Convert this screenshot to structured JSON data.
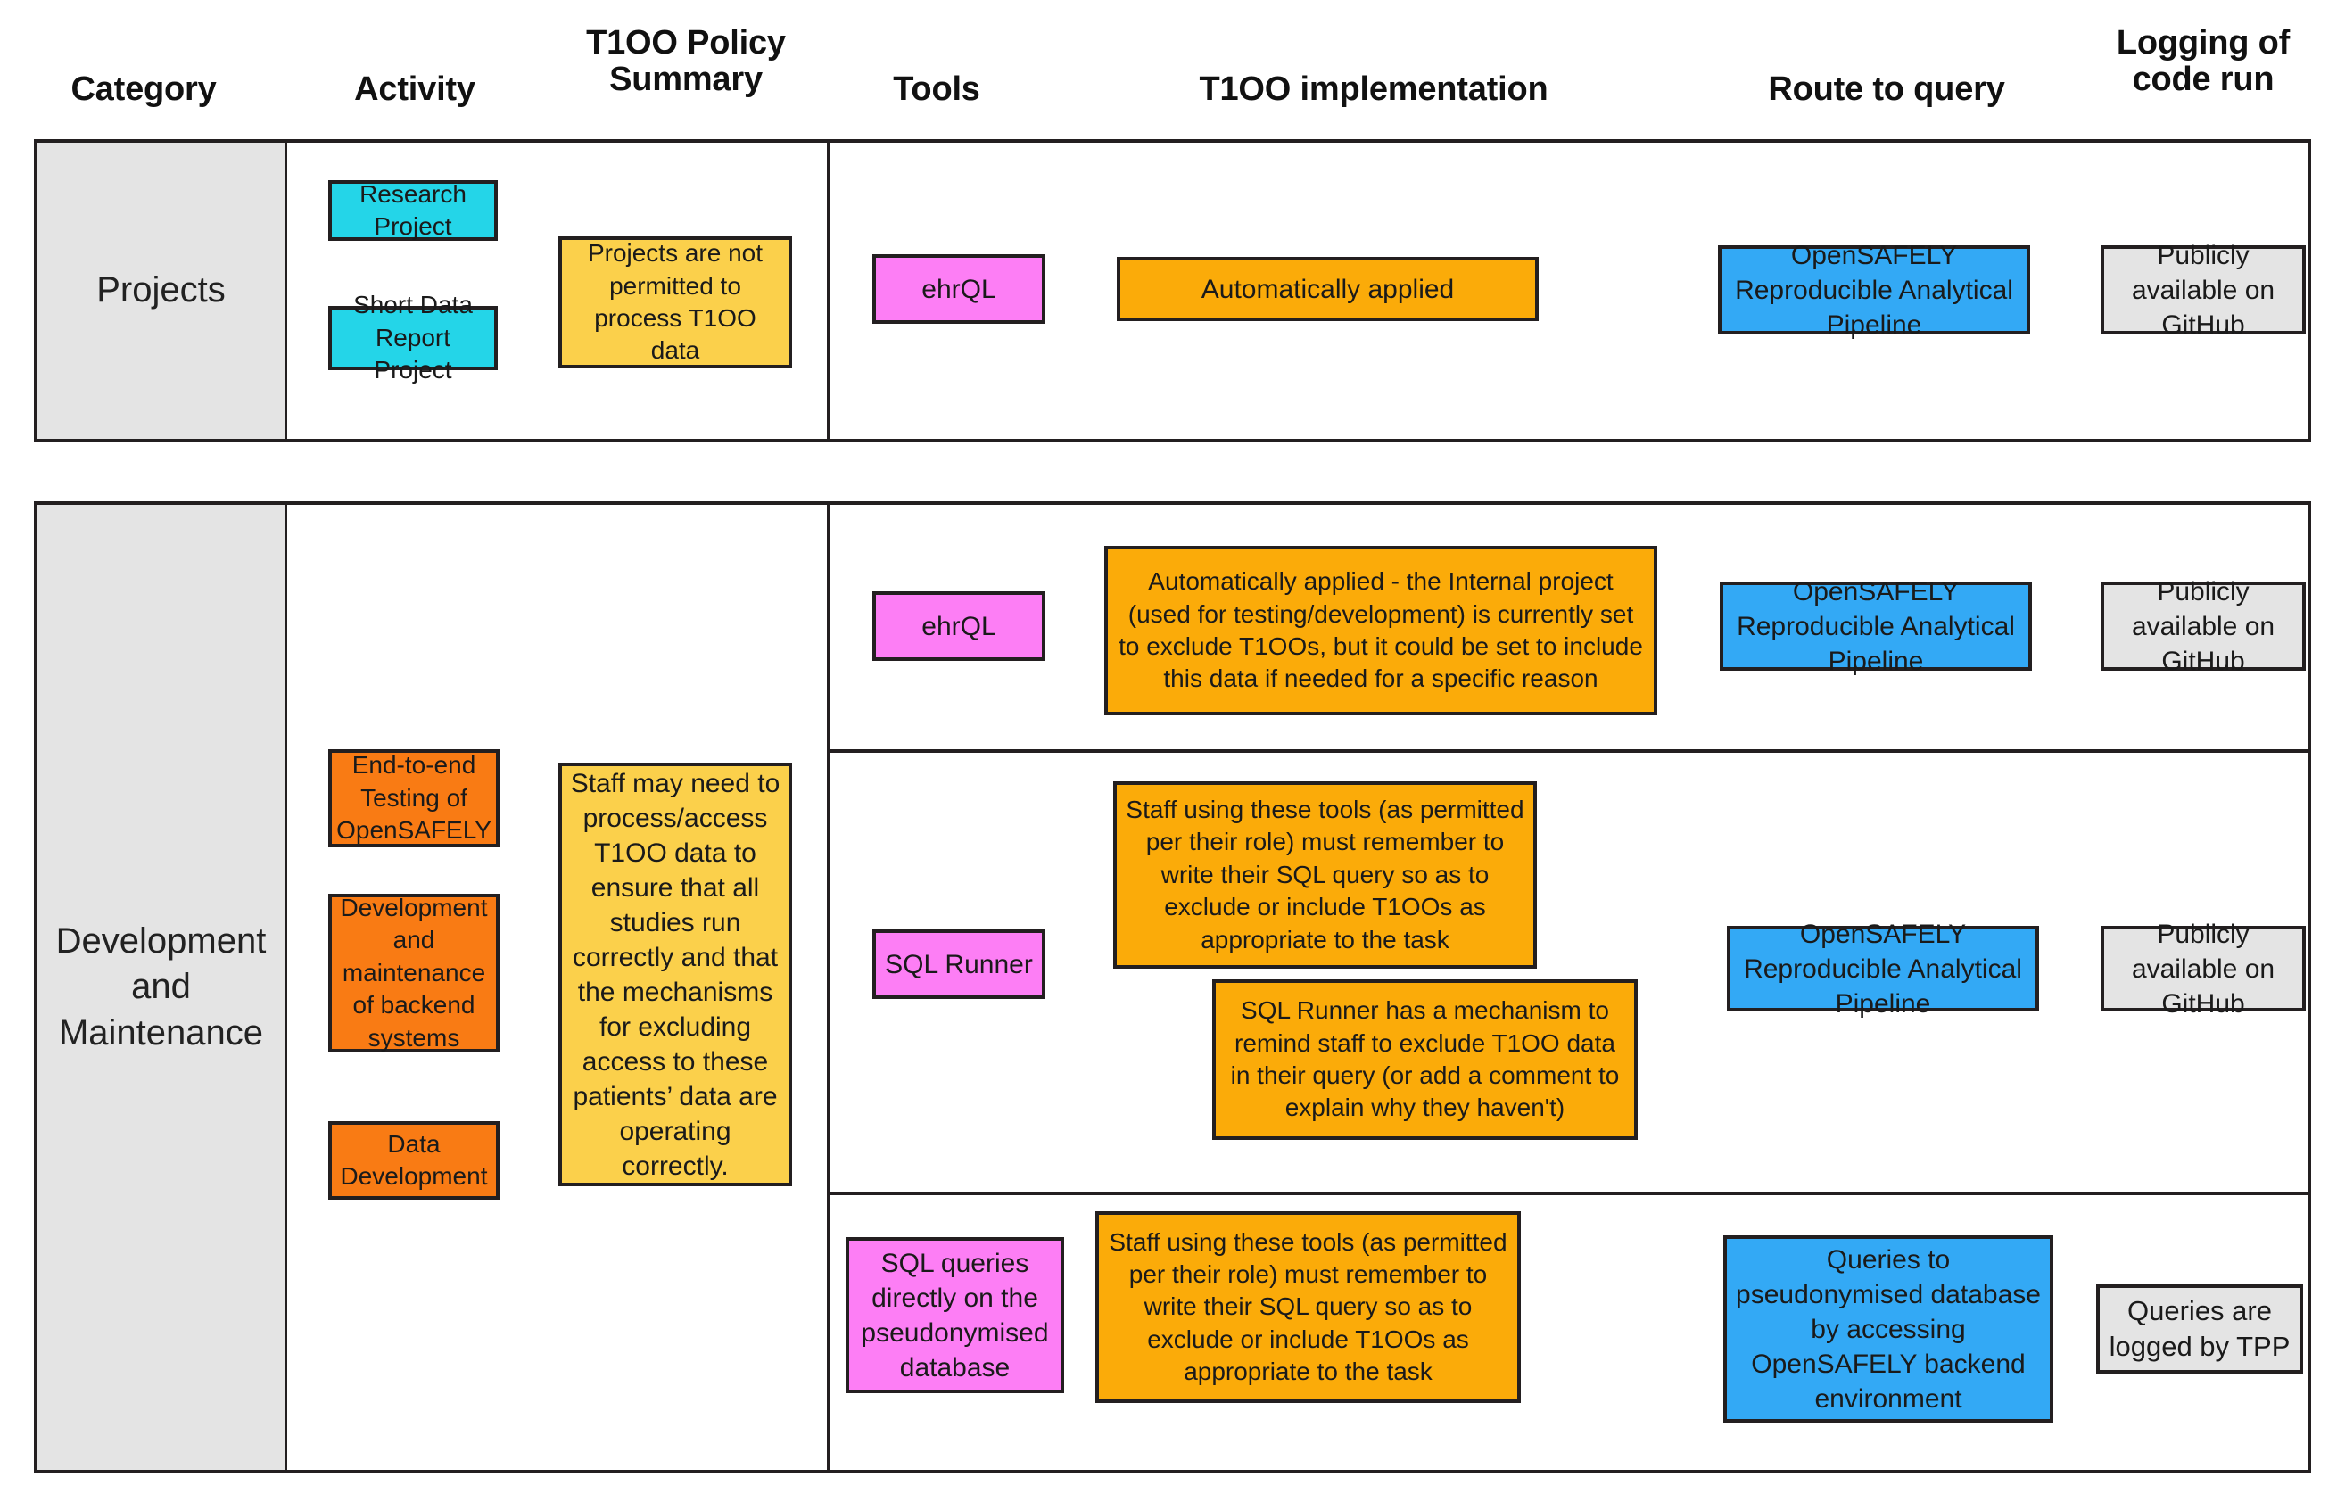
{
  "headers": [
    {
      "lines": [
        "Category"
      ]
    },
    {
      "lines": [
        "Activity"
      ]
    },
    {
      "lines": [
        "T1OO Policy",
        "Summary"
      ]
    },
    {
      "lines": [
        "Tools"
      ]
    },
    {
      "lines": [
        "T1OO implementation"
      ]
    },
    {
      "lines": [
        "Route to query"
      ]
    },
    {
      "lines": [
        "Logging of",
        "code run"
      ]
    }
  ],
  "colors": {
    "cyan": "#24d5e8",
    "orange": "#f97b14",
    "yellow": "#fbd04b",
    "amber": "#fbab09",
    "pink": "#fd7ef5",
    "blue": "#33a9f5",
    "grey": "#e4e4e4",
    "border": "#231f20"
  },
  "rows": [
    {
      "category": "Projects",
      "activities": [
        "Research Project",
        "Short Data Report Project"
      ],
      "policy_summary": "Projects are not permitted to process T1OO data",
      "subrows": [
        {
          "tool": "ehrQL",
          "implementation": [
            "Automatically applied"
          ],
          "route_to_query": "OpenSAFELY Reproducible Analytical Pipeline",
          "logging": "Publicly available on GitHub"
        }
      ]
    },
    {
      "category": "Development and Maintenance",
      "activities": [
        "End-to-end Testing of OpenSAFELY",
        "Development and maintenance of backend systems",
        "Data Development"
      ],
      "policy_summary": "Staff may need to process/access T1OO data to ensure that all studies run correctly and that the mechanisms for excluding access to these patients’ data are operating correctly.",
      "subrows": [
        {
          "tool": "ehrQL",
          "implementation": [
            "Automatically applied - the Internal project (used for testing/development) is currently set to exclude T1OOs, but it could be set to include this data if needed for a specific reason"
          ],
          "route_to_query": "OpenSAFELY Reproducible Analytical Pipeline",
          "logging": "Publicly available on GitHub"
        },
        {
          "tool": "SQL Runner",
          "implementation": [
            "Staff using these tools (as permitted per their role) must remember to write their SQL query so as to exclude or include T1OOs as appropriate to the task",
            "SQL Runner has a mechanism to remind staff to exclude T1OO data in their query (or add a comment to explain why they haven't)"
          ],
          "route_to_query": "OpenSAFELY Reproducible Analytical Pipeline",
          "logging": "Publicly available on GitHub"
        },
        {
          "tool": "SQL queries directly on the pseudonymised database",
          "implementation": [
            "Staff using these tools (as permitted per their role) must remember to write their SQL query so as to exclude or include T1OOs as appropriate to the task"
          ],
          "route_to_query": "Queries to pseudonymised database by accessing OpenSAFELY backend environment",
          "logging": "Queries are logged by TPP"
        }
      ]
    }
  ]
}
